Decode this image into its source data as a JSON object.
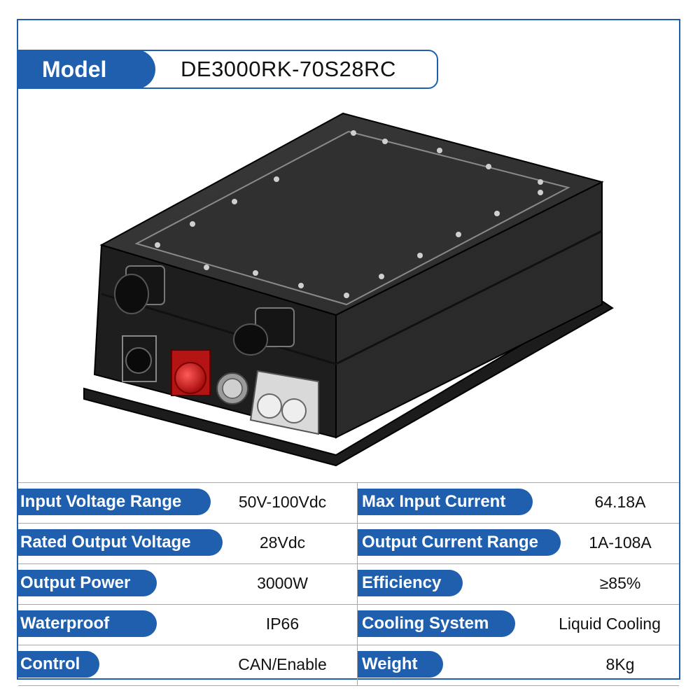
{
  "header": {
    "model_label": "Model",
    "model_value": "DE3000RK-70S28RC"
  },
  "colors": {
    "accent": "#1f5fae",
    "connector_red": "#d01818"
  },
  "specs": [
    {
      "left_label": "Input Voltage Range",
      "left_value": "50V-100Vdc",
      "right_label": "Max Input Current",
      "right_value": "64.18A"
    },
    {
      "left_label": "Rated Output Voltage",
      "left_value": "28Vdc",
      "right_label": "Output Current Range",
      "right_value": "1A-108A"
    },
    {
      "left_label": "Output Power",
      "left_value": "3000W",
      "right_label": "Efficiency",
      "right_value": "≥85%"
    },
    {
      "left_label": "Waterproof",
      "left_value": "IP66",
      "right_label": "Cooling System",
      "right_value": "Liquid Cooling"
    },
    {
      "left_label": "Control",
      "left_value": "CAN/Enable",
      "right_label": "Weight",
      "right_value": "8Kg"
    }
  ]
}
